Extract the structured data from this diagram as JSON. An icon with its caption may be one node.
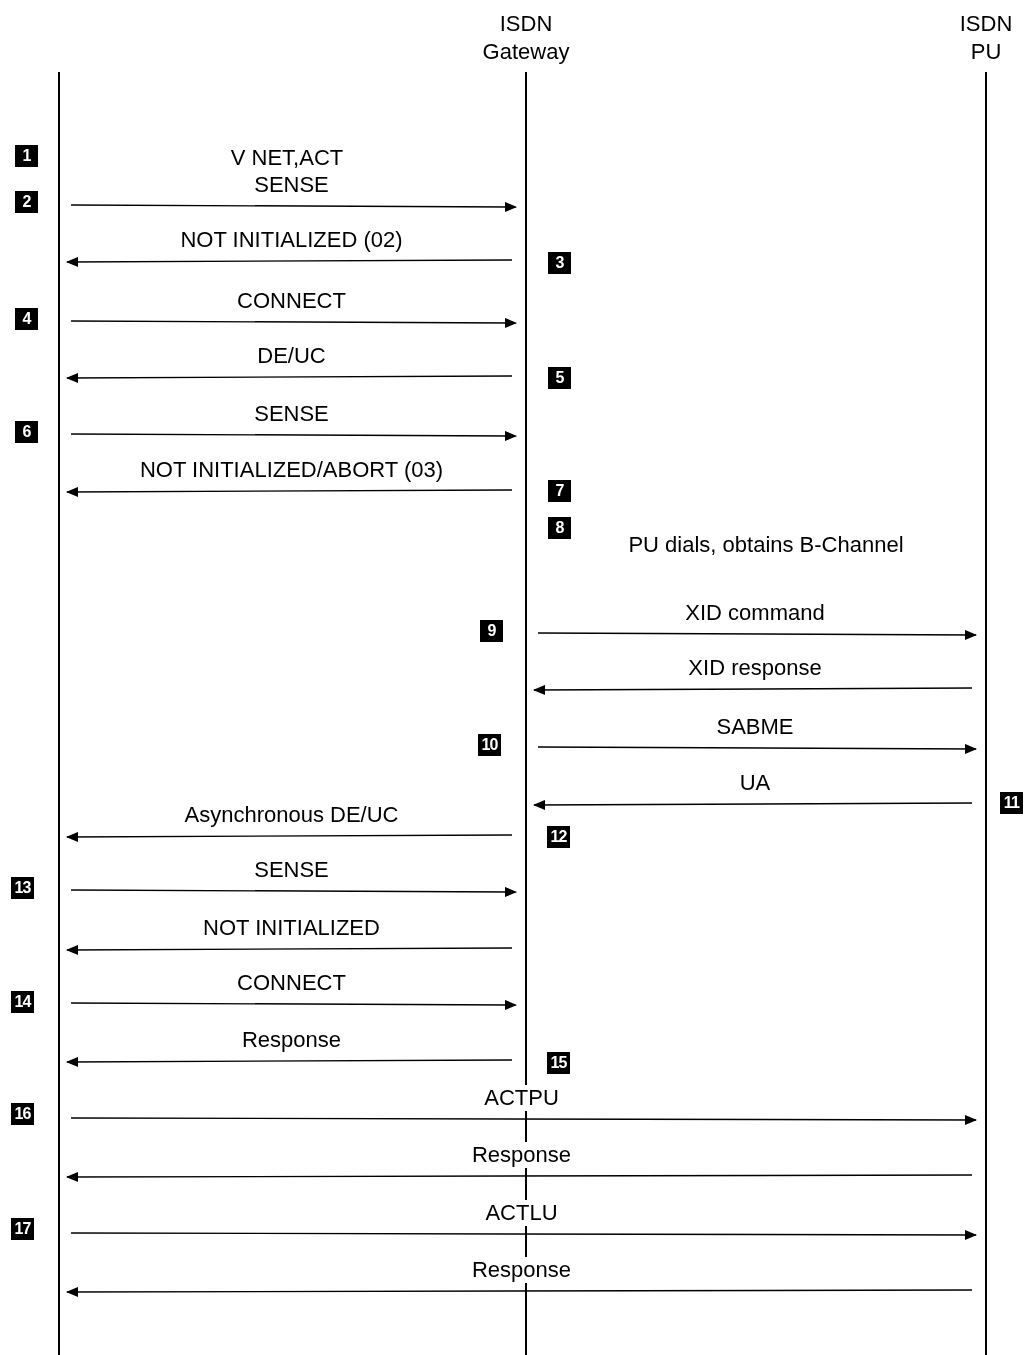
{
  "diagram": {
    "nodes": [
      {
        "text": [],
        "shape": "bar"
      },
      {
        "text": [
          "ISDN Gateway"
        ]
      },
      {
        "text": [
          "ISDN PU"
        ]
      }
    ],
    "edges": [
      {
        "from": 0,
        "to": 1,
        "arrow": "to",
        "label": "SENSE"
      },
      {
        "from": 1,
        "to": 0,
        "arrow": "to",
        "label": "NOT INITIALIZED (02)"
      },
      {
        "from": 0,
        "to": 1,
        "arrow": "to",
        "label": "CONNECT"
      },
      {
        "from": 1,
        "to": 0,
        "arrow": "to",
        "label": "DE/UC"
      },
      {
        "from": 0,
        "to": 1,
        "arrow": "to",
        "label": "SENSE"
      },
      {
        "from": 1,
        "to": 0,
        "arrow": "to",
        "label": "NOT INITIALIZED/ABORT (03)"
      },
      {
        "from": 1,
        "to": 2,
        "arrow": "to",
        "label": "XID command"
      },
      {
        "from": 2,
        "to": 1,
        "arrow": "to",
        "label": "XID response"
      },
      {
        "from": 1,
        "to": 2,
        "arrow": "to",
        "label": "SABME"
      },
      {
        "from": 2,
        "to": 1,
        "arrow": "to",
        "label": "UA"
      },
      {
        "from": 1,
        "to": 0,
        "arrow": "to",
        "label": "Asynchronous DE/UC"
      },
      {
        "from": 0,
        "to": 1,
        "arrow": "to",
        "label": "SENSE"
      },
      {
        "from": 1,
        "to": 0,
        "arrow": "to",
        "label": "NOT INITIALIZED"
      },
      {
        "from": 0,
        "to": 1,
        "arrow": "to",
        "label": "CONNECT"
      },
      {
        "from": 1,
        "to": 0,
        "arrow": "to",
        "label": "Response"
      },
      {
        "from": 0,
        "to": 2,
        "arrow": "to",
        "label": "ACTPU"
      },
      {
        "from": 2,
        "to": 0,
        "arrow": "to",
        "label": "Response"
      },
      {
        "from": 0,
        "to": 2,
        "arrow": "to",
        "label": "ACTLU"
      },
      {
        "from": 2,
        "to": 0,
        "arrow": "to",
        "label": "Response"
      }
    ],
    "labels": [
      "1",
      "V NET,ACT",
      "2",
      "3",
      "4",
      "5",
      "6",
      "7",
      "8",
      "PU dials, obtains B-Channel",
      "9",
      "10",
      "11",
      "12",
      "13",
      "14",
      "15",
      "16",
      "17"
    ]
  }
}
